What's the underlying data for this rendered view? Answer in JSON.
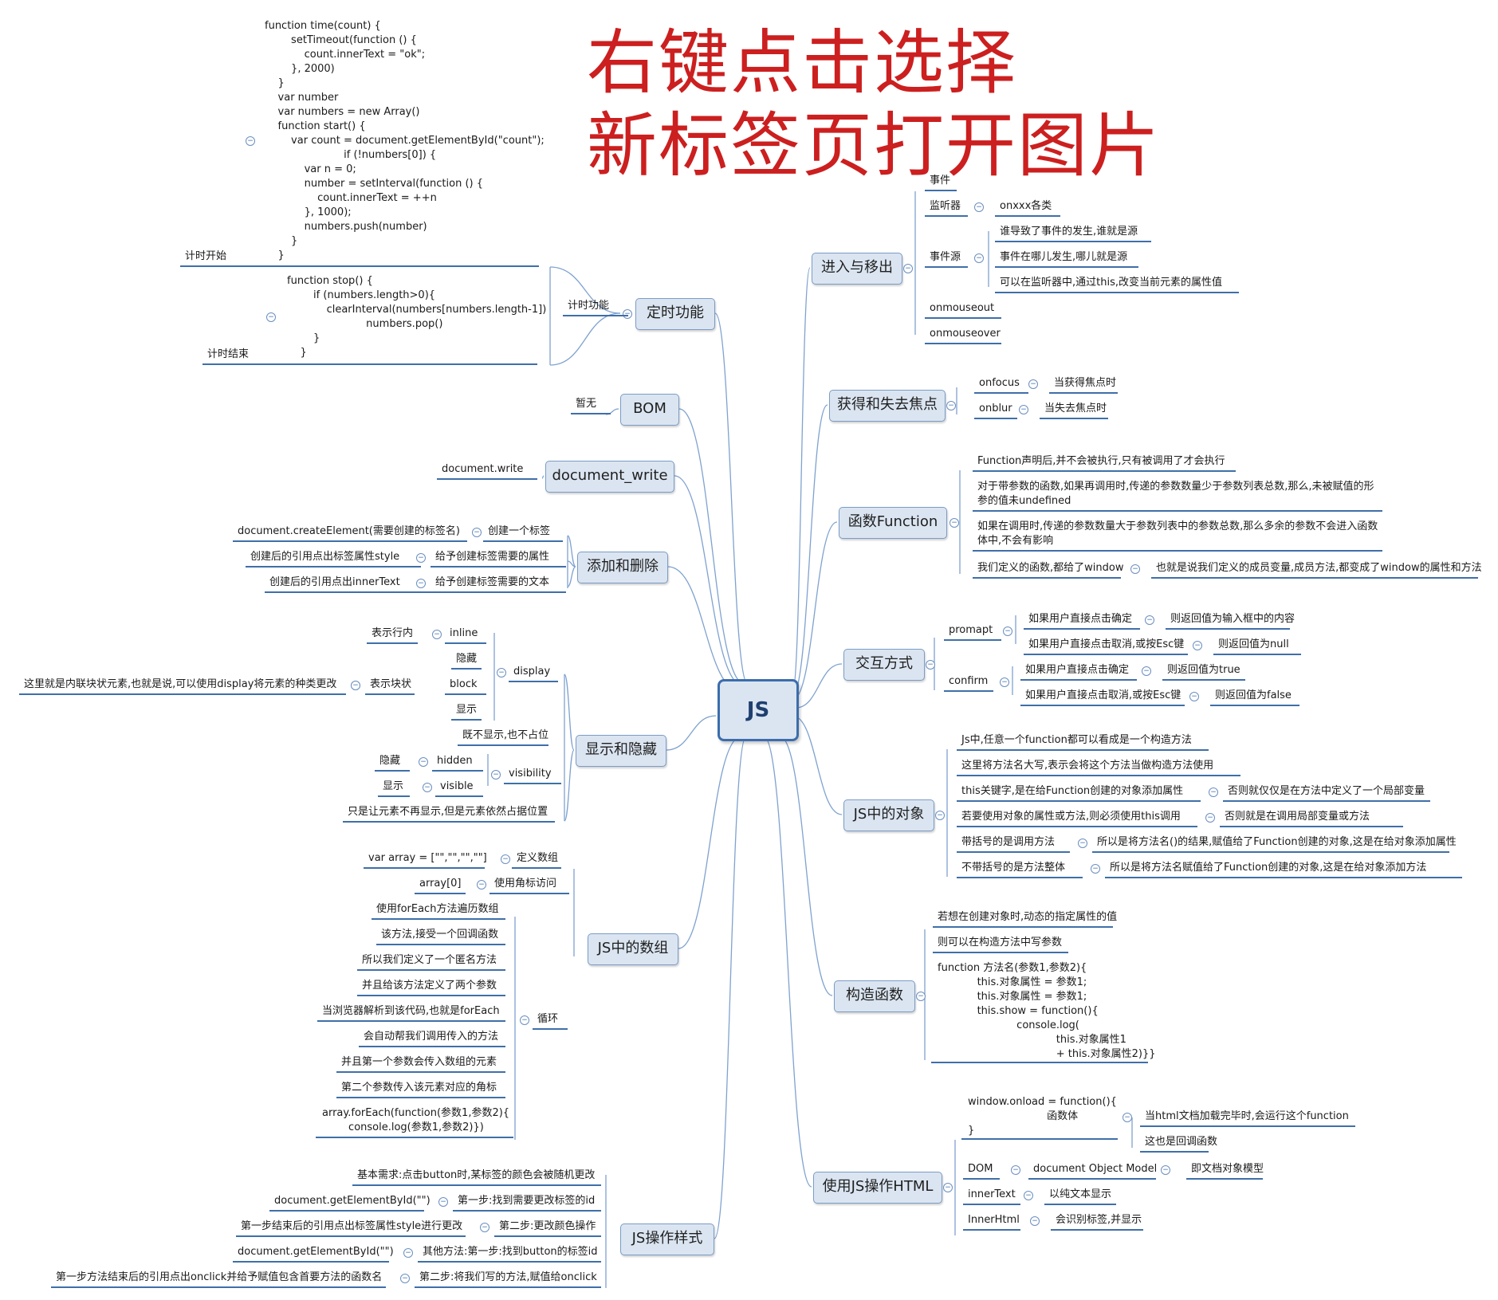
{
  "watermark": {
    "line1": "右键点击选择",
    "line2": "新标签页打开图片"
  },
  "central": "JS",
  "topics": {
    "timer": "定时功能",
    "bom": "BOM",
    "docwrite": "document_write",
    "adddel": "添加和删除",
    "showhide": "显示和隐藏",
    "array": "JS中的数组",
    "style": "JS操作样式",
    "enterleave": "进入与移出",
    "focus": "获得和失去焦点",
    "func": "函数Function",
    "interact": "交互方式",
    "object": "JS中的对象",
    "ctor": "构造函数",
    "html": "使用JS操作HTML"
  },
  "timer": {
    "branch": "计时功能",
    "start_label": "计时开始",
    "end_label": "计时结束",
    "code_start": "function time(count) {\n        setTimeout(function () {\n            count.innerText = \"ok\";\n        }, 2000)\n    }\n    var number\n    var numbers = new Array()\n    function start() {\n        var count = document.getElementById(\"count\");\n                        if (!numbers[0]) {\n            var n = 0;\n            number = setInterval(function () {\n                count.innerText = ++n\n            }, 1000);\n            numbers.push(number)\n        }\n    }",
    "code_end": "function stop() {\n        if (numbers.length>0){\n            clearInterval(numbers[numbers.length-1])\n                        numbers.pop()\n        }\n    }"
  },
  "bom": {
    "note": "暂无"
  },
  "docwrite": {
    "item": "document.write"
  },
  "adddel": {
    "rows": [
      {
        "b": "创建一个标签",
        "c": "document.createElement(需要创建的标签名)"
      },
      {
        "b": "给予创建标签需要的属性",
        "c": "创建后的引用点出标签属性style"
      },
      {
        "b": "给予创建标签需要的文本",
        "c": "创建后的引用点出innerText"
      }
    ]
  },
  "showhide": {
    "display": "display",
    "inline": "inline",
    "inline_desc": "表示行内",
    "hide1": "隐藏",
    "block": "block",
    "block_desc": "表示块状",
    "block_note": "这里就是内联块状元素,也就是说,可以使用display将元素的种类更改",
    "show1": "显示",
    "none_note": "既不显示,也不占位",
    "visibility": "visibility",
    "hidden": "hidden",
    "hidden_desc": "隐藏",
    "visible": "visible",
    "visible_desc": "显示",
    "vis_note": "只是让元素不再显示,但是元素依然占据位置"
  },
  "array": {
    "def": "定义数组",
    "def_code": "var array = [\"\",\"\",\"\",\"\"]",
    "idx": "使用角标访问",
    "idx_code": "array[0]",
    "loop": "循环",
    "loop_items": [
      "使用forEach方法遍历数组",
      "该方法,接受一个回调函数",
      "所以我们定义了一个匿名方法",
      "并且给该方法定义了两个参数",
      "当浏览器解析到该代码,也就是forEach",
      "会自动帮我们调用传入的方法",
      "并且第一个参数会传入数组的元素",
      "第二个参数传入该元素对应的角标"
    ],
    "loop_code": "array.forEach(function(参数1,参数2){\n        console.log(参数1,参数2)})"
  },
  "style": {
    "rows": [
      {
        "b": "基本需求:点击button时,某标签的颜色会被随机更改",
        "c": ""
      },
      {
        "b": "第一步:找到需要更改标签的id",
        "c": "document.getElementById(\"\")"
      },
      {
        "b": "第二步:更改颜色操作",
        "c": "第一步结束后的引用点出标签属性style进行更改"
      },
      {
        "b": "其他方法:第一步:找到button的标签id",
        "c": "document.getElementById(\"\")"
      },
      {
        "b": "第二步:将我们写的方法,赋值给onclick",
        "c": "第一步方法结束后的引用点出onclick并给予赋值包含首要方法的函数名"
      }
    ]
  },
  "enterleave": {
    "event": "事件",
    "listener": "监听器",
    "listener_child": "onxxx各类",
    "source": "事件源",
    "source_children": [
      "谁导致了事件的发生,谁就是源",
      "事件在哪儿发生,哪儿就是源",
      "可以在监听器中,通过this,改变当前元素的属性值"
    ],
    "mouseout": "onmouseout",
    "mouseover": "onmouseover"
  },
  "focus": {
    "onfocus": "onfocus",
    "onfocus_desc": "当获得焦点时",
    "onblur": "onblur",
    "onblur_desc": "当失去焦点时"
  },
  "func": {
    "items": [
      "Function声明后,并不会被执行,只有被调用了才会执行",
      "对于带参数的函数,如果再调用时,传递的参数数量少于参数列表总数,那么,未被赋值的形\n参的值未undefined",
      "如果在调用时,传递的参数数量大于参数列表中的参数总数,那么多余的参数不会进入函数\n体中,不会有影响"
    ],
    "window": "我们定义的函数,都给了window",
    "window_desc": "也就是说我们定义的成员变量,成员方法,都变成了window的属性和方法"
  },
  "interact": {
    "prompt": "promapt",
    "prompt_rows": [
      {
        "a": "如果用户直接点击确定",
        "b": "则返回值为输入框中的内容"
      },
      {
        "a": "如果用户直接点击取消,或按Esc键",
        "b": "则返回值为null"
      }
    ],
    "confirm": "confirm",
    "confirm_rows": [
      {
        "a": "如果用户直接点击确定",
        "b": "则返回值为true"
      },
      {
        "a": "如果用户直接点击取消,或按Esc键",
        "b": "则返回值为false"
      }
    ]
  },
  "object": {
    "rows": [
      {
        "a": "Js中,任意一个function都可以看成是一个构造方法",
        "b": ""
      },
      {
        "a": "这里将方法名大写,表示会将这个方法当做构造方法使用",
        "b": ""
      },
      {
        "a": "this关键字,是在给Function创建的对象添加属性",
        "b": "否则就仅仅是在方法中定义了一个局部变量"
      },
      {
        "a": "若要使用对象的属性或方法,则必须使用this调用",
        "b": "否则就是在调用局部变量或方法"
      },
      {
        "a": "带括号的是调用方法",
        "b": "所以是将方法名()的结果,赋值给了Function创建的对象,这是在给对象添加属性"
      },
      {
        "a": "不带括号的是方法整体",
        "b": "所以是将方法名赋值给了Function创建的对象,这是在给对象添加方法"
      }
    ]
  },
  "ctor": {
    "items": [
      "若想在创建对象时,动态的指定属性的值",
      "则可以在构造方法中写参数"
    ],
    "code": "function 方法名(参数1,参数2){\n            this.对象属性 = 参数1;\n            this.对象属性 = 参数1;\n            this.show = function(){\n                        console.log(\n                                    this.对象属性1\n                                    + this.对象属性2)}}"
  },
  "html": {
    "onload_code": "window.onload = function(){\n                        函数体\n}",
    "onload_children": [
      "当html文档加载完毕时,会运行这个function",
      "这也是回调函数"
    ],
    "dom": "DOM",
    "dom_b": "document Object Model",
    "dom_c": "即文档对象模型",
    "innertext": "innerText",
    "innertext_b": "以纯文本显示",
    "innerhtml": "InnerHtml",
    "innerhtml_b": "会识别标签,并显示"
  }
}
